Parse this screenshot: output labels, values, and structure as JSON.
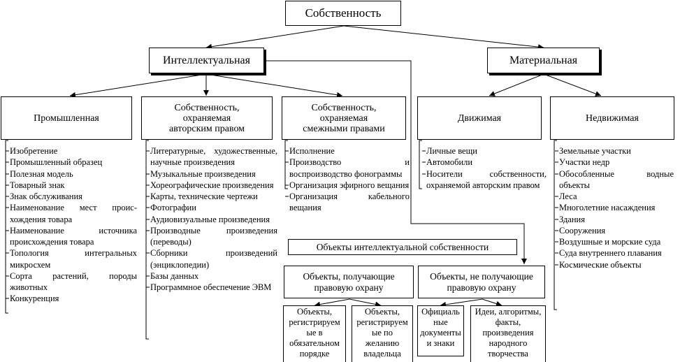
{
  "nodes": {
    "root": "Собственность",
    "intellectual": "Интеллектуальная",
    "material": "Материальная",
    "industrial": "Промышленная",
    "copyright": "Собственность,\nохраняемая\nавторским правом",
    "related": "Собственность,\nохраняемая\nсмежными правами",
    "movable": "Движимая",
    "immovable": "Недвижимая",
    "ip_objects": "Объекты интеллектуальной собственности",
    "protected": "Объекты, получающие\nправовую охрану",
    "unprotected": "Объекты, не получающие\nправовую охрану",
    "mandatory": "Объекты,\nрегистрируем\nые в\nобязательном\nпорядке",
    "voluntary": "Объекты,\nрегистрируем\nые по\nжеланию\nвладельца",
    "official": "Официаль\nные\nдокументы\nи знаки",
    "ideas": "Идеи, алгоритмы,\nфакты,\nпроизведения\nнародного\nтворчества"
  },
  "lists": {
    "industrial": [
      "Изобретение",
      "Промышленный образец",
      "Полезная модель",
      "Товарный знак",
      "Знак обслуживания",
      "Наименование мест проис-хождения товара",
      "Наименование источника происхождения товара",
      "Топология интегральных микросхем",
      "Сорта растений, породы животных",
      "Конкуренция"
    ],
    "copyright": [
      "Литературные, художественные, научные произведения",
      "Музыкальные произведения",
      "Хореографические произведения",
      "Карты, технические чертежи",
      "Фотографии",
      "Аудиовизуальные произведения",
      "Производные произведения (переводы)",
      "Сборники произведений (энциклопедии)",
      "Базы данных",
      "Программное обеспечение ЭВМ"
    ],
    "related": [
      "Исполнение",
      "Производство и воспроизводство фонограммы",
      "Организация эфирного вещания",
      "Организация кабельного вещания"
    ],
    "movable": [
      "Личные вещи",
      "Автомобили",
      "Носители собственности, охраняемой авторским правом"
    ],
    "immovable": [
      "Земельные участки",
      "Участки недр",
      "Обособленные водные объекты",
      "Леса",
      "Многолетние насаждения",
      "Здания",
      "Сооружения",
      "Воздушные и морские суда",
      "Суда внутреннего плавания",
      "Космические объекты"
    ]
  }
}
